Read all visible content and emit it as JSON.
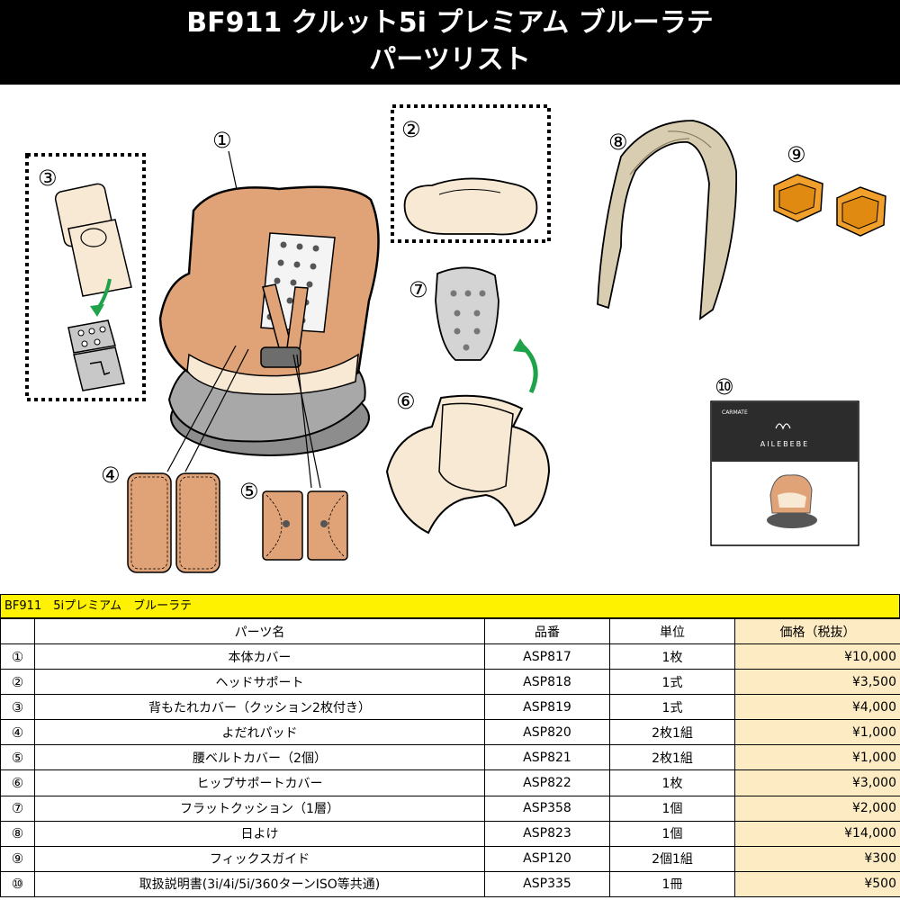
{
  "header": {
    "title_line1": "BF911 クルット5i プレミアム ブルーラテ",
    "title_line2": "パーツリスト"
  },
  "figure": {
    "labels": [
      "①",
      "②",
      "③",
      "④",
      "⑤",
      "⑥",
      "⑦",
      "⑧",
      "⑨",
      "⑩"
    ],
    "manual_brand": "CARMATE",
    "manual_title": "AILEBEBE"
  },
  "colors": {
    "header_bg": "#000000",
    "table_title_bg": "#fff200",
    "price_bg": "#fdebc4",
    "cover_tan": "#e0a378",
    "cream": "#f7e9d4",
    "gray_part": "#c8c8c8",
    "orange_part": "#f2a02c",
    "arrow_green": "#1fa34a"
  },
  "table": {
    "title": "BF911　5iプレミアム　ブルーラテ",
    "headers": {
      "name": "パーツ名",
      "code": "品番",
      "unit": "単位",
      "price": "価格（税抜）"
    },
    "rows": [
      {
        "no": "①",
        "name": "本体カバー",
        "code": "ASP817",
        "unit": "1枚",
        "price": "¥10,000"
      },
      {
        "no": "②",
        "name": "ヘッドサポート",
        "code": "ASP818",
        "unit": "1式",
        "price": "¥3,500"
      },
      {
        "no": "③",
        "name": "背もたれカバー（クッション2枚付き）",
        "code": "ASP819",
        "unit": "1式",
        "price": "¥4,000"
      },
      {
        "no": "④",
        "name": "よだれパッド",
        "code": "ASP820",
        "unit": "2枚1組",
        "price": "¥1,000"
      },
      {
        "no": "⑤",
        "name": "腰ベルトカバー（2個）",
        "code": "ASP821",
        "unit": "2枚1組",
        "price": "¥1,000"
      },
      {
        "no": "⑥",
        "name": "ヒップサポートカバー",
        "code": "ASP822",
        "unit": "1枚",
        "price": "¥3,000"
      },
      {
        "no": "⑦",
        "name": "フラットクッション（1層）",
        "code": "ASP358",
        "unit": "1個",
        "price": "¥2,000"
      },
      {
        "no": "⑧",
        "name": "日よけ",
        "code": "ASP823",
        "unit": "1個",
        "price": "¥14,000"
      },
      {
        "no": "⑨",
        "name": "フィックスガイド",
        "code": "ASP120",
        "unit": "2個1組",
        "price": "¥300"
      },
      {
        "no": "⑩",
        "name": "取扱説明書(3i/4i/5i/360ターンISO等共通)",
        "code": "ASP335",
        "unit": "1冊",
        "price": "¥500"
      }
    ]
  }
}
